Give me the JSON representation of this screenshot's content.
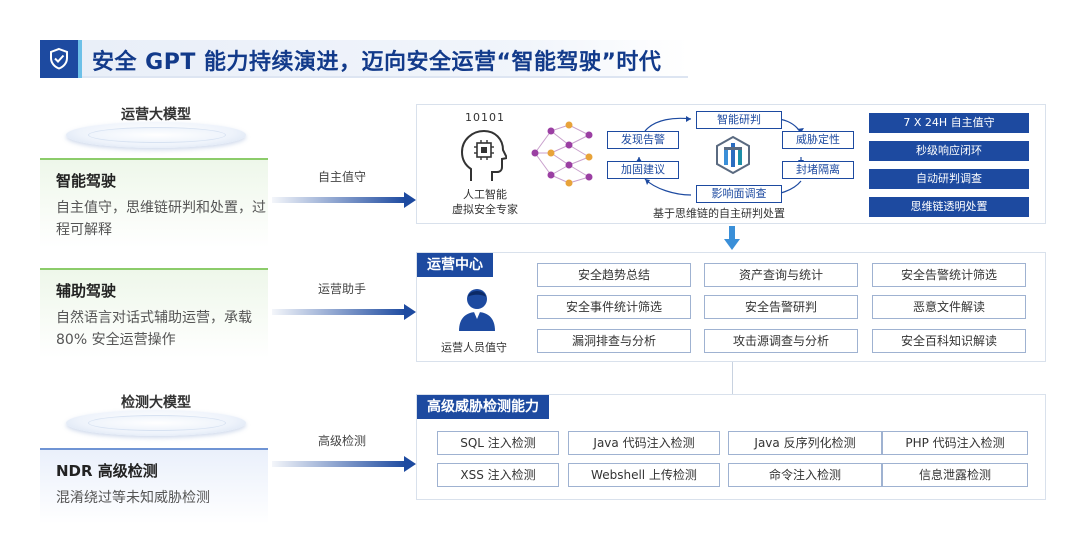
{
  "title": "安全 GPT 能力持续演进，迈向安全运营“智能驾驶”时代",
  "models": {
    "ops": "运营大模型",
    "detect": "检测大模型"
  },
  "cards": [
    {
      "title": "智能驾驶",
      "desc": "自主值守，思维链研判和处置，过程可解释"
    },
    {
      "title": "辅助驾驶",
      "desc": "自然语言对话式辅助运营，承载 80% 安全运营操作"
    },
    {
      "title": "NDR 高级检测",
      "desc": "混淆绕过等未知威胁检测"
    }
  ],
  "arrows": [
    "自主值守",
    "运营助手",
    "高级检测"
  ],
  "top_panel": {
    "code": "10101",
    "ai_label_1": "人工智能",
    "ai_label_2": "虚拟安全专家",
    "flow": {
      "research": "智能研判",
      "discover": "发现告警",
      "threat": "威胁定性",
      "harden": "加固建议",
      "block": "封堵隔离",
      "impact": "影响面调查"
    },
    "caption": "基于思维链的自主研判处置",
    "features": [
      "7 X 24H 自主值守",
      "秒级响应闭环",
      "自动研判调查",
      "思维链透明处置"
    ]
  },
  "ops_center": {
    "title": "运营中心",
    "person_label": "运营人员值守",
    "items": [
      "安全趋势总结",
      "资产查询与统计",
      "安全告警统计筛选",
      "安全事件统计筛选",
      "安全告警研判",
      "恶意文件解读",
      "漏洞排查与分析",
      "攻击源调查与分析",
      "安全百科知识解读"
    ]
  },
  "detection": {
    "title": "高级威胁检测能力",
    "items": [
      "SQL 注入检测",
      "Java 代码注入检测",
      "Java 反序列化检测",
      "PHP 代码注入检测",
      "XSS 注入检测",
      "Webshell 上传检测",
      "命令注入检测",
      "信息泄露检测"
    ]
  },
  "colors": {
    "primary": "#1d4aa0",
    "accent": "#3a8fd8",
    "node": "#9b3fa3",
    "node2": "#e8a33a",
    "green": "#8ccc6a"
  }
}
